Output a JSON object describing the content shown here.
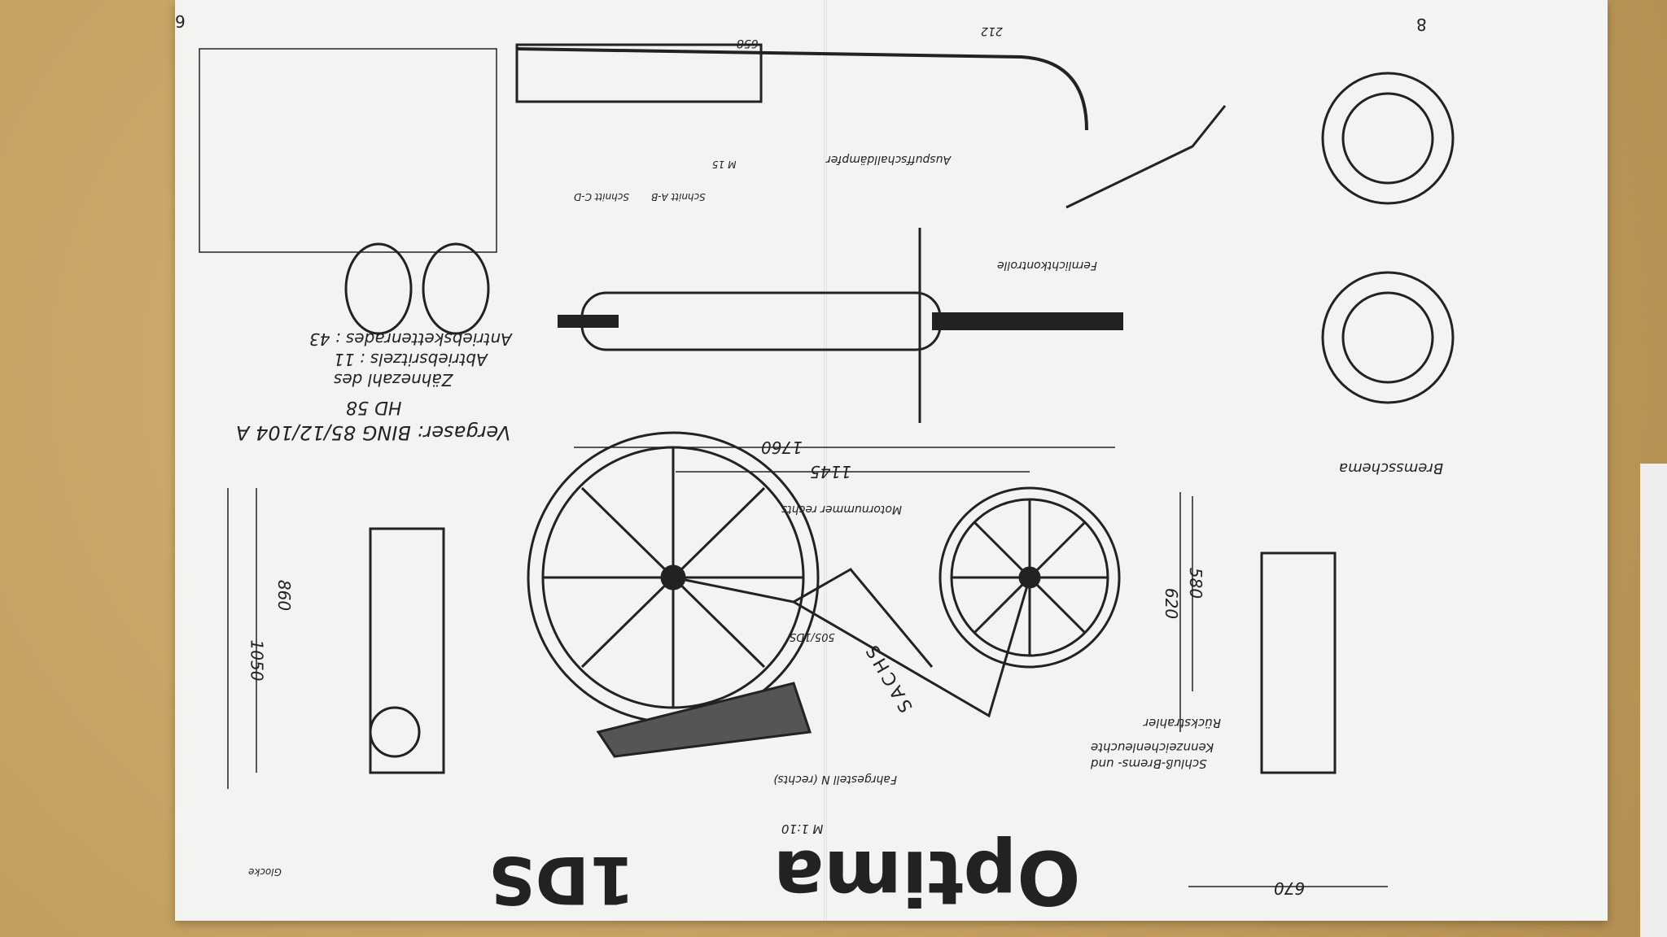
{
  "page_numbers": {
    "left": "6",
    "right": "8"
  },
  "title": {
    "model": "Optima",
    "variant": "1DS",
    "scale": "M 1:10"
  },
  "carburetor": {
    "line1": "Vergaser: BING 85/12/104 A",
    "line2": "HD 58"
  },
  "teeth": {
    "line1": "Zähnezahl des",
    "line2": "Abtriebsritzels    : 11",
    "line3": "Antriebskettenrades : 43"
  },
  "labels": {
    "brake_scheme": "Bremsschema",
    "engine_number": "Motornummer rechts",
    "frame_number": "Fahrgestell N (rechts)",
    "highbeam": "Fernlichtkontrolle",
    "muffler": "Auspuffschalldämpfer",
    "tail_light_1": "Schluß-Brems- und",
    "tail_light_2": "Kennzeichenleuchte",
    "reflector": "Rückstrahler",
    "bell": "Glocke",
    "section_ab": "Schnitt A-B",
    "section_cd": "Schnitt C-D",
    "thread": "M 15",
    "brand": "SACHS",
    "engine_type": "505/1DS"
  },
  "dimensions": {
    "length": "1760",
    "wheelbase": "1145",
    "height_left": "860",
    "height_total": "1050",
    "height_right_1": "580",
    "height_right_2": "620",
    "width": "670",
    "pipe_len": "658",
    "pipe_end": "212"
  }
}
